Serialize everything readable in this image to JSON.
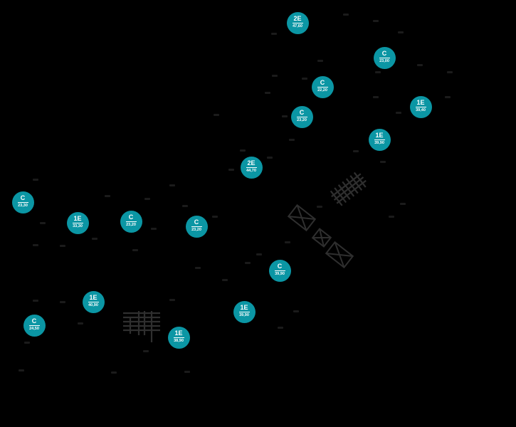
{
  "colors": {
    "background": "#000000",
    "marker_fill": "#0b96a4",
    "marker_text": "#ffffff",
    "structure_stroke": "#333333"
  },
  "markers": [
    {
      "type": "2E",
      "price": "47,60",
      "icon": "apartment-marker"
    },
    {
      "type": "C",
      "price": "23,00",
      "icon": "apartment-marker"
    },
    {
      "type": "C",
      "price": "22,20",
      "icon": "apartment-marker"
    },
    {
      "type": "1E",
      "price": "39,40",
      "icon": "apartment-marker"
    },
    {
      "type": "C",
      "price": "23,20",
      "icon": "apartment-marker"
    },
    {
      "type": "1E",
      "price": "39,90",
      "icon": "apartment-marker"
    },
    {
      "type": "2E",
      "price": "44,70",
      "icon": "apartment-marker"
    },
    {
      "type": "C",
      "price": "23,30",
      "icon": "apartment-marker"
    },
    {
      "type": "1E",
      "price": "33,30",
      "icon": "apartment-marker"
    },
    {
      "type": "C",
      "price": "23,20",
      "icon": "apartment-marker"
    },
    {
      "type": "C",
      "price": "23,20",
      "icon": "apartment-marker"
    },
    {
      "type": "C",
      "price": "39,90",
      "icon": "apartment-marker"
    },
    {
      "type": "1E",
      "price": "40,90",
      "icon": "apartment-marker"
    },
    {
      "type": "1E",
      "price": "39,90",
      "icon": "apartment-marker"
    },
    {
      "type": "C",
      "price": "24,50",
      "icon": "apartment-marker"
    },
    {
      "type": "1E",
      "price": "38,90",
      "icon": "apartment-marker"
    }
  ],
  "structures": [
    {
      "icon": "staircase-icon"
    },
    {
      "icon": "elevator-shaft-icon"
    },
    {
      "icon": "staircase-icon"
    }
  ]
}
